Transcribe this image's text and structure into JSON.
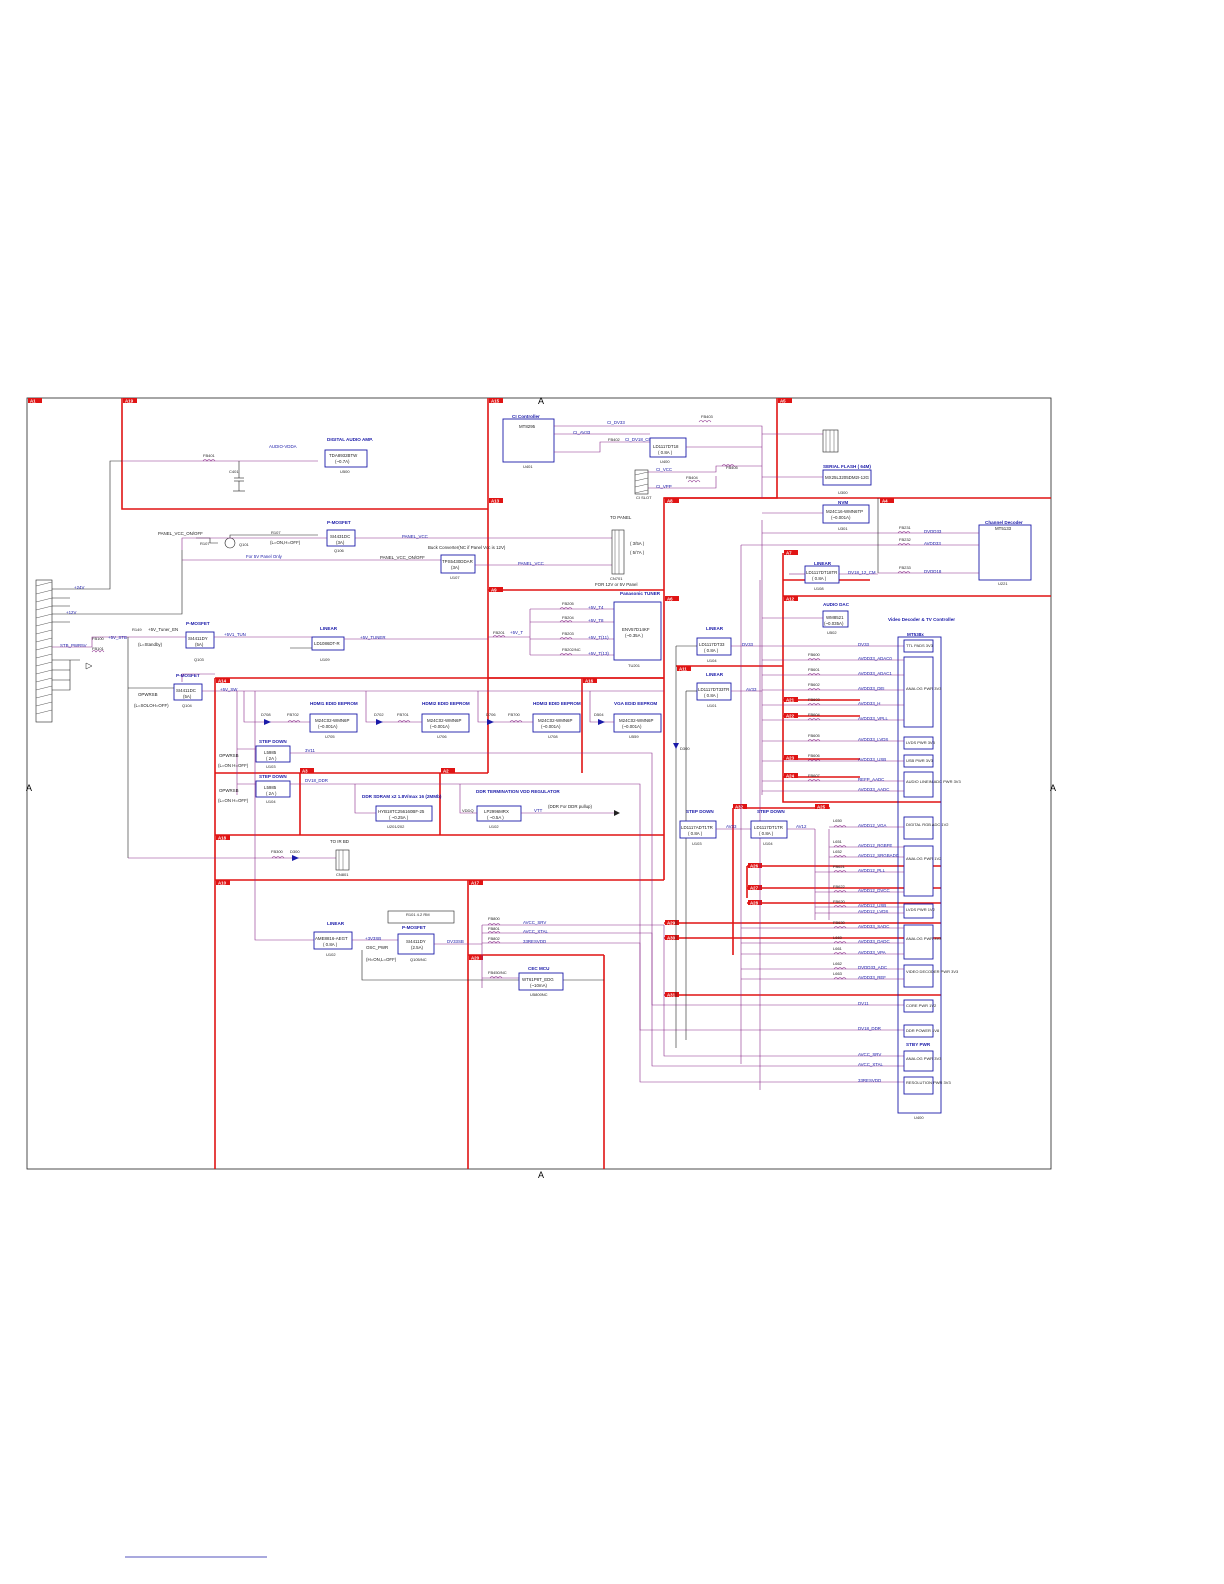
{
  "sheet": {
    "border_marker": "A",
    "colors": {
      "rail": "#e01414",
      "block_outline": "#1a1aa8",
      "net_label": "#1a1aa8",
      "wire": "#222222",
      "power_wire": "#8a2a8a"
    }
  },
  "tags": {
    "t_top_left": "A1",
    "t_top_2": "A19",
    "t_top_3": "A15",
    "t_top_4": "A5",
    "t_mid_1": "A13",
    "t_mid_2": "A8",
    "t_mid_3": "A4",
    "t_r1": "A7",
    "t_r2": "A12",
    "t_tuner": "A9",
    "t_tuner2": "A6",
    "t_hd1": "A14",
    "t_hd2": "A16",
    "t_l1": "A11",
    "t_l2": "A3",
    "t_ddr": "A2",
    "t_ddr2": "A18",
    "t_ir": "A10",
    "t_lin": "A17",
    "t_sw": "A20",
    "t_v1": "A21",
    "t_v2": "A22",
    "t_v3": "A23",
    "t_v4": "A24",
    "t_v5": "A25",
    "t_v6": "A26",
    "t_v7": "A27",
    "t_v8": "A28",
    "t_v9": "A29",
    "t_v10": "A30",
    "t_v11": "A31",
    "t_v12": "A32"
  },
  "audio": {
    "net": "AUDIO-VDDA",
    "title": "DIGITAL AUDIO AMP.",
    "part": "TDA8932BTW",
    "rating": "(~0.7A)",
    "ref": "U500",
    "fb": "FB401",
    "cap": "C401"
  },
  "ci": {
    "title": "CI Controller",
    "part": "MT8295",
    "ref": "U401",
    "net1": "CI_DV33",
    "net2": "CI_AV33",
    "net3": "CI_DV18_CI",
    "ldo": "LD1117DT18",
    "ldo_rating": "( 0.8A )",
    "ldo_ref": "U400",
    "fb1": "FB403",
    "fb2": "FB402",
    "fb3": "FB405",
    "fb4": "FB404",
    "ci_vcc": "CI_VCC",
    "ci_vpp": "CI_VPP",
    "slot": "CI SLOT"
  },
  "flash": {
    "title": "SERIAL FLASH ( 64M)",
    "part": "MX25L3205DM2I-12G",
    "ref": "U300"
  },
  "nvm": {
    "title": "NVM",
    "part": "M24C16-WMN6TP",
    "rating": "(~0.001A)",
    "ref": "U301"
  },
  "channel": {
    "title": "Channel Decoder",
    "part": "MT5133",
    "ref": "U221",
    "fb1": "FB231",
    "fb2": "FB232",
    "fb3": "FB233",
    "net1": "DVDD33",
    "net2": "AVDD33",
    "net3": "DVDD18"
  },
  "panel": {
    "pmosfet": "P-MOSFET",
    "switch": "SI4431DC",
    "switch_rating": "(3A)",
    "switch_ref": "Q106",
    "ctrl": "PANEL_VCC_ON/OFF",
    "q": "Q101",
    "res": "R107",
    "cond": "(L=ON,H=OFF)",
    "net": "PANEL_VCC",
    "note": "Buck Converter(NC if Panel Vcc is 12V)",
    "buck": "TPS5430DDAR",
    "buck_rating": "(3A)",
    "buck_ref": "U107",
    "only5v": "For 5V Panel Only",
    "to_panel": "TO PANEL",
    "conn_rating1": "( 3/5A )",
    "conn_rating2": "( 5/7A )",
    "conn_ref": "CN701",
    "conn_note": "FOR 12V or 5V Panel"
  },
  "power_in": {
    "rail_24v": "+24V",
    "rail_12v": "+12V",
    "stb": "STB_PWR5V",
    "fb": "FB100",
    "net_stb": "+5V_STB",
    "coil": "FB101",
    "res": "R149",
    "sw_net": "+5V_Tuner_EN",
    "pm1": "P-MOSFET",
    "sw1": "SI4411DY",
    "sw1_rating": "(5A)",
    "sw1_ref": "Q103",
    "cond1": "(L=Standby)",
    "net_tuner": "+5V1_TUN",
    "lin_title": "LINEAR",
    "lin": "LD1086DT-R",
    "lin_ref": "U109",
    "net_5v": "+5V_TUNER",
    "pm2": "P-MOSFET",
    "sw2": "SI4411DC",
    "sw2_rating": "(5A)",
    "sw2_ref": "Q104",
    "opwr": "OPWRSB",
    "cond2": "(L=SOLOH=OFF)"
  },
  "tuner": {
    "title": "Panasonic TUNER",
    "part": "ENV57D14KF",
    "rating": "(~0.35A )",
    "ref": "TU201",
    "fb_main": "FB201",
    "net_main": "+5V_T",
    "fb1": "FB205",
    "fb2": "FB204",
    "fb3": "FB203",
    "fb4": "FB202/NC",
    "n1": "+5V_T4",
    "n2": "+5V_T8",
    "n3": "+5V_T(11)",
    "n4": "+5V_T(13)"
  },
  "linear_u104": {
    "title": "LINEAR",
    "part": "LD1117DT33",
    "rating": "( 0.8A )",
    "ref": "U104",
    "net": "DV33"
  },
  "linear_u101": {
    "title": "LINEAR",
    "part": "LD1117DT33TR",
    "rating": "( 0.8A )",
    "ref": "U101",
    "net": "AV33"
  },
  "linear_u108": {
    "title": "LINEAR",
    "part": "LD1117DT18TR",
    "rating": "( 0.8A )",
    "ref": "U108",
    "net": "DV18_12_CM"
  },
  "audio_dac": {
    "title": "AUDIO DAC",
    "part": "WM8521",
    "rating": "(~0.035A)",
    "ref": "U502"
  },
  "eeproms": [
    {
      "title": "HDMI1 EDID EEPROM",
      "part": "M24C02-WMN6P",
      "rating": "(~0.001A)",
      "ref": "U705",
      "d": "D708",
      "fb": "FB702"
    },
    {
      "title": "HDMI2 EDID EEPROM",
      "part": "M24C02-WMN6P",
      "rating": "(~0.001A)",
      "ref": "U706",
      "d": "D702",
      "fb": "FB701"
    },
    {
      "title": "HDMI3 EDID EEPROM",
      "part": "M24C02-WMN6P",
      "rating": "(~0.001A)",
      "ref": "U708",
      "d": "D706",
      "fb": "FB700"
    },
    {
      "title": "VGA EDID EEPROM",
      "part": "M24C02-WMN6P",
      "rating": "(~0.001A)",
      "ref": "U559",
      "d": "D504",
      "fb": ""
    }
  ],
  "sw_5v": "+5V_SW",
  "stepdown_l": [
    {
      "title": "STEP DOWN",
      "part": "L5985",
      "rating": "( 2A )",
      "ref": "U103",
      "en": "OPWRSB",
      "cond": "(L=ON H=OFF)",
      "net": "3V11"
    },
    {
      "title": "STEP DOWN",
      "part": "L5985",
      "rating": "( 2A )",
      "ref": "U104",
      "en": "OPWRSB",
      "cond": "(L=ON H=OFF)",
      "net": "DV18_DDR"
    }
  ],
  "ddr": {
    "title": "DDR SDRAM x2  1.8V/max 16 (2MMb)",
    "part": "HYB18TC256160BF-25",
    "rating": "( ~0.25A )",
    "ref": "U201/202",
    "reg_title": "DDR TERMINATION VDD REGULATOR",
    "reg": "LP2996MRX",
    "reg_rating": "( ~0.5A )",
    "reg_ref": "U102",
    "vtt": "VTT",
    "vtt_note": "(DDR For DDR pullup)",
    "vddq": "VDDQ"
  },
  "ir": {
    "title": "TO IR BD",
    "fb": "FB300",
    "d": "D300",
    "conn": "CN801"
  },
  "linear_u102": {
    "title": "LINEAR",
    "part": "AME8816-AEGT",
    "rating": "( 0.8A )",
    "ref": "U102",
    "net": "+3V3SB"
  },
  "sb_switch": {
    "res": "R101  4.2 RM",
    "pm": "P-MOSFET",
    "part": "SI4411DY",
    "rating": "(2.5A)",
    "ref": "Q105/NC",
    "en": "OSC_PWR",
    "cond": "(H=ON,L=OFF)",
    "net": "DV33SB"
  },
  "sb_rails": {
    "fb1": "FB800",
    "fb2": "FB801",
    "fb3": "FB802",
    "n1": "AVCC_SRV",
    "n2": "AVCC_XTAL",
    "n3": "33RESVDD",
    "cec_title": "CEC MCU",
    "cec_part": "WT61P8T_EDG",
    "cec_rating": "(~10mA)",
    "cec_ref": "U5800NC",
    "cec_fb": "FB450/NC"
  },
  "stepdown_r": [
    {
      "title": "STEP DOWN",
      "part": "LD1117ADT1TR",
      "rating": "( 0.8A )",
      "ref": "U103",
      "net": "AV33"
    },
    {
      "title": "STEP DOWN",
      "part": "LD1117DT1TR",
      "rating": "( 0.8A )",
      "ref": "U104",
      "net": "AV12"
    }
  ],
  "soc": {
    "title": "Video Decoder & TV Controller",
    "part": "MT538x",
    "ref": "U400",
    "stby": "STBY PWR"
  },
  "soc_nets": [
    {
      "fb": "",
      "net": "DV33"
    },
    {
      "fb": "FB600",
      "net": "AVDD33_ADAC0"
    },
    {
      "fb": "FB601",
      "net": "AVDD33_ADAC1"
    },
    {
      "fb": "FB602",
      "net": "AVDD33_DEI"
    },
    {
      "fb": "FB603",
      "net": "AVDD33_H"
    },
    {
      "fb": "FB604",
      "net": "AVDD33_VPLL"
    },
    {
      "fb": "FB605",
      "net": "AVDD33_LVDS"
    },
    {
      "fb": "FB606",
      "net": "AVDD33_USB"
    },
    {
      "fb": "FB607",
      "net": "REFP_AADC"
    },
    {
      "fb": "",
      "net": "AVDD33_AADC"
    },
    {
      "fb": "L650",
      "net": "AVDD12_VGA"
    },
    {
      "fb": "L651",
      "net": "AVDD12_RGBFE"
    },
    {
      "fb": "L652",
      "net": "AVDD12_SRGBADC"
    },
    {
      "fb": "FB621",
      "net": "AVDD12_PLL"
    },
    {
      "fb": "FB622",
      "net": "AVDD12_DVCC"
    },
    {
      "fb": "FB620",
      "net": "AVDD12_USB"
    },
    {
      "fb": "",
      "net": "AVDD12_LVDS"
    },
    {
      "fb": "FB630",
      "net": "AVDD33_SADC"
    },
    {
      "fb": "L660",
      "net": "AVDD33_DADC"
    },
    {
      "fb": "L661",
      "net": "AVDD33_VPA"
    },
    {
      "fb": "L662",
      "net": "DVDD33_ADC"
    },
    {
      "fb": "L663",
      "net": "AVDD33_REF"
    },
    {
      "fb": "",
      "net": "DV11"
    },
    {
      "fb": "",
      "net": "DV18_DDR"
    },
    {
      "fb": "",
      "net": "AVCC_SRV"
    },
    {
      "fb": "",
      "net": "AVCC_XTAL"
    },
    {
      "fb": "",
      "net": "33RESVDD"
    }
  ],
  "soc_blocks": [
    "TTL PADS 3V3",
    "ANALOG PWR 3V3",
    "LVDS PWR 3V3",
    "USB PWR 3V3",
    "AUDIO LINEIN ADC PWR 3V3",
    "DIGITAL RGB ADC 1V2",
    "ANALOG PWR 1V2",
    "LVDS PWR 1V2",
    "ANALOG PWR 3V3",
    "VIDEO DECODER PWR 3V3",
    "CORE PWR 1V2",
    "DDR POWER 1V8",
    "ANALOG PWR 3V3",
    "RESOLUTION PWR 3V3"
  ]
}
